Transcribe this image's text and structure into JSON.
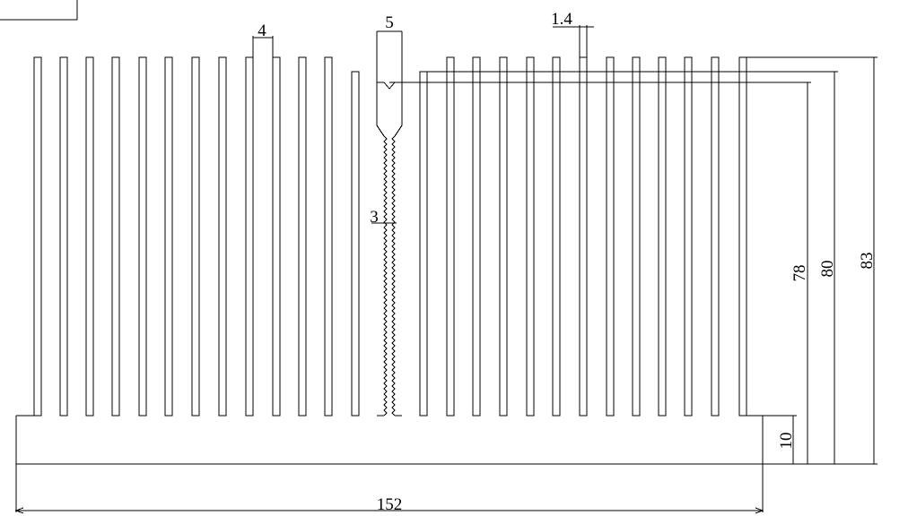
{
  "drawing": {
    "type": "heatsink-profile",
    "line_color": "#000000",
    "background": "#ffffff",
    "dimensions": {
      "overall_width": "152",
      "base_thickness": "10",
      "height_inner": "78",
      "height_middle": "80",
      "height_total": "83",
      "fin_pitch": "4",
      "mount_slot_width": "5",
      "slot_detail": "3",
      "fin_tip": "1.4"
    }
  }
}
